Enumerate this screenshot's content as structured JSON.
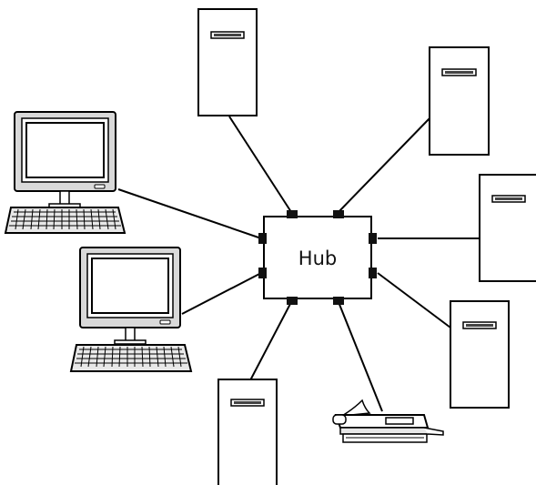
{
  "hub": {
    "label": "Hub"
  },
  "nodes": [
    {
      "type": "server"
    },
    {
      "type": "server"
    },
    {
      "type": "server"
    },
    {
      "type": "server"
    },
    {
      "type": "server"
    },
    {
      "type": "computer"
    },
    {
      "type": "computer"
    },
    {
      "type": "printer"
    }
  ],
  "colors": {
    "stroke": "#000000",
    "monitor_bezel": "#d9d9d9",
    "port": "#111111",
    "background": "#ffffff"
  }
}
